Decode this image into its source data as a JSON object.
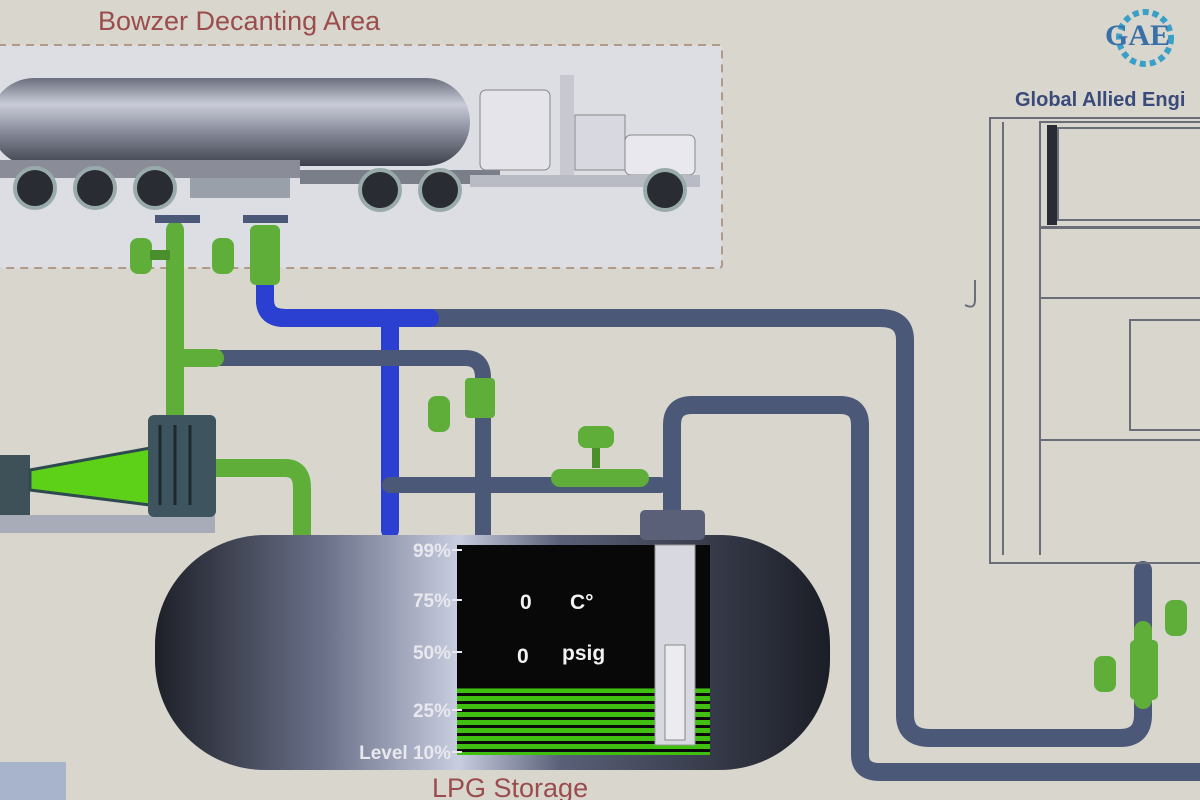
{
  "header": {
    "area_title": "Bowzer Decanting Area",
    "company_name": "Global Allied Engi",
    "logo_text": "GAE"
  },
  "tank": {
    "label": "LPG Storage",
    "level_scale": [
      "99%",
      "75%",
      "50%",
      "25%",
      "Level 10%"
    ],
    "level_percent": 38,
    "temperature": {
      "value": "0",
      "unit": "C°"
    },
    "pressure": {
      "value": "0",
      "unit": "psig"
    }
  },
  "colors": {
    "background": "#d8d6cd",
    "valve": "#5fae3a",
    "pipe_blue": "#2b3fd0",
    "pipe_dark": "#4d5a78",
    "level_fill": "#3fbf10",
    "title": "#9b4c4c"
  }
}
